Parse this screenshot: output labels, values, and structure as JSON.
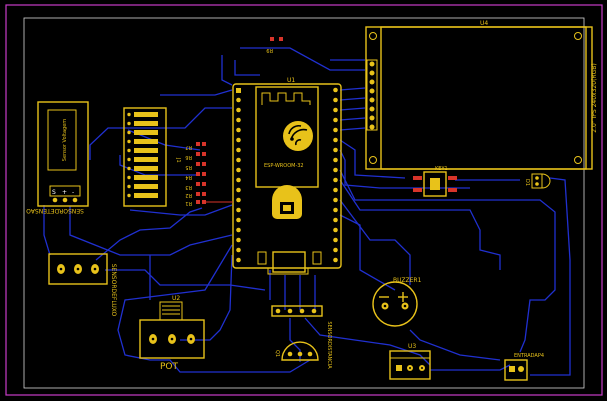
{
  "components": {
    "u4": {
      "ref": "U4",
      "desc": "2.0\" IPS 240x320(RGB)"
    },
    "u1": {
      "ref": "U1",
      "module": "ESP-WROOM-32"
    },
    "r9": {
      "ref": "R9"
    },
    "r7": {
      "ref": "R7"
    },
    "r6": {
      "ref": "R6"
    },
    "r5": {
      "ref": "R5"
    },
    "r4": {
      "ref": "R4"
    },
    "r3": {
      "ref": "R3"
    },
    "r2": {
      "ref": "R2"
    },
    "r1": {
      "ref": "R1"
    },
    "j1": {
      "ref": "J1"
    },
    "key1": {
      "ref": "KEY1"
    },
    "d1": {
      "ref": "D1"
    },
    "voltage_module": {
      "title": "Sensor Voltagem",
      "pins": [
        "S",
        "+",
        "-"
      ]
    },
    "sensor_tensao": {
      "label": "SENSORDETENSAO"
    },
    "sensor_fluxo": {
      "label": "SENSORDEFLUXO"
    },
    "u2": {
      "ref": "U2",
      "value": "POT"
    },
    "buzzer": {
      "ref": "BUZZER1"
    },
    "sensor_distancia": {
      "label": "SENSORDISTANCIA"
    },
    "q1": {
      "ref": "Q1"
    },
    "u3": {
      "ref": "U3"
    },
    "entrada": {
      "ref": "ENTRADAP4"
    }
  },
  "colors": {
    "board_bg": "#000000",
    "outline": "#c83cc8",
    "silkscreen": "#e8c21a",
    "copper_trace": "#2030d0",
    "smd_pad": "#d8342a"
  }
}
